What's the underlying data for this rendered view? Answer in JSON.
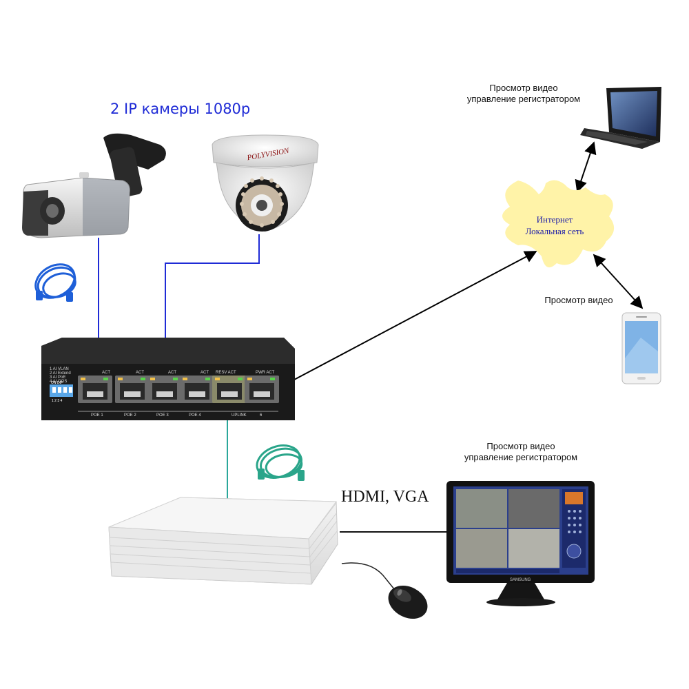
{
  "title": "2 IP камеры 1080p",
  "laptop_caption": {
    "line1": "Просмотр видео",
    "line2": "управление регистратором"
  },
  "cloud": {
    "line1": "Интернет",
    "line2": "Локальная сеть"
  },
  "phone_caption": "Просмотр видео",
  "monitor_caption": {
    "line1": "Просмотр видео",
    "line2": "управление регистратором"
  },
  "hdmi_label": "HDMI, VGA",
  "camera_brand": "POLYVISION",
  "monitor_brand": "SAMSUNG",
  "switch": {
    "dip_legend": [
      "1 AI VLAN",
      "2 AI Extend",
      "3 AI PoE",
      "4 AI QOS"
    ],
    "dip_header": "ON    DIP",
    "dip_numbers": "1  2  3  4",
    "port_top_labels": [
      "ACT",
      "ACT",
      "ACT",
      "ACT",
      "RESV  ACT",
      "PWR  ACT"
    ],
    "port_bottom_labels": [
      "POE 1",
      "POE 2",
      "POE 3",
      "POE 4",
      "UPLINK",
      "6"
    ]
  },
  "colors": {
    "camera_cable": "#1f2bd6",
    "nvr_cable": "#2aa79a",
    "cloud_fill": "#fff3a8",
    "title": "#1f2bd6"
  },
  "icons": [
    "bullet-camera-icon",
    "dome-camera-icon",
    "patch-cable-icon",
    "poe-switch-icon",
    "nvr-icon",
    "mouse-icon",
    "monitor-icon",
    "laptop-icon",
    "smartphone-icon",
    "cloud-icon"
  ]
}
